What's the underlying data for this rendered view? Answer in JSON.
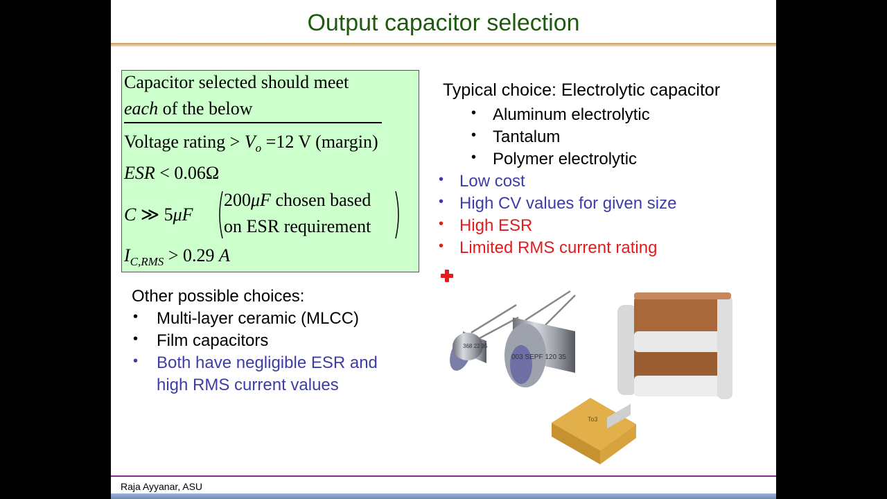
{
  "slide": {
    "title": "Output capacitor selection",
    "footer": "Raja Ayyanar, ASU"
  },
  "requirements": {
    "intro_line1": "Capacitor selected should meet",
    "intro_each": "each",
    "intro_rest": " of the below",
    "voltage_prefix": "Voltage rating > ",
    "voltage_var": "V",
    "voltage_sub": "o",
    "voltage_value": " =12 V (margin)",
    "esr_var": "ESR",
    "esr_value": " < 0.06Ω",
    "c_var": "C",
    "c_value": " ≫ 5",
    "c_unit": "μF",
    "note_value": "200",
    "note_unit": "μF",
    "note_rest": " chosen based",
    "note_line2": "on ESR requirement",
    "irms_var": "I",
    "irms_sub": "C,RMS",
    "irms_value": " > 0.29 ",
    "irms_unit": "A"
  },
  "typical": {
    "heading": "Typical choice: Electrolytic capacitor",
    "types": [
      "Aluminum electrolytic",
      "Tantalum",
      "Polymer electrolytic"
    ],
    "pros": [
      "Low cost",
      "High CV values for given size"
    ],
    "cons": [
      "High ESR",
      "Limited RMS current rating"
    ],
    "bullet": "•"
  },
  "other": {
    "heading": "Other possible choices:",
    "items": [
      "Multi-layer ceramic (MLCC)",
      "Film capacitors"
    ],
    "note_line1": "Both have negligible ESR and",
    "note_line2": "high RMS current values"
  },
  "colors": {
    "title": "#1f5a0f",
    "box_fill": "#ccffcc",
    "pro_text": "#3d3da8",
    "con_text": "#e21c1c",
    "footer_rule": "#8a2a8a"
  },
  "icons": {
    "add_marker": "red-cross-icon"
  },
  "pictures": {
    "cap_small_marking": "368 22 35",
    "cap_large_marking": "003 SEPF 120 35",
    "tantalum_marking": "To3"
  }
}
